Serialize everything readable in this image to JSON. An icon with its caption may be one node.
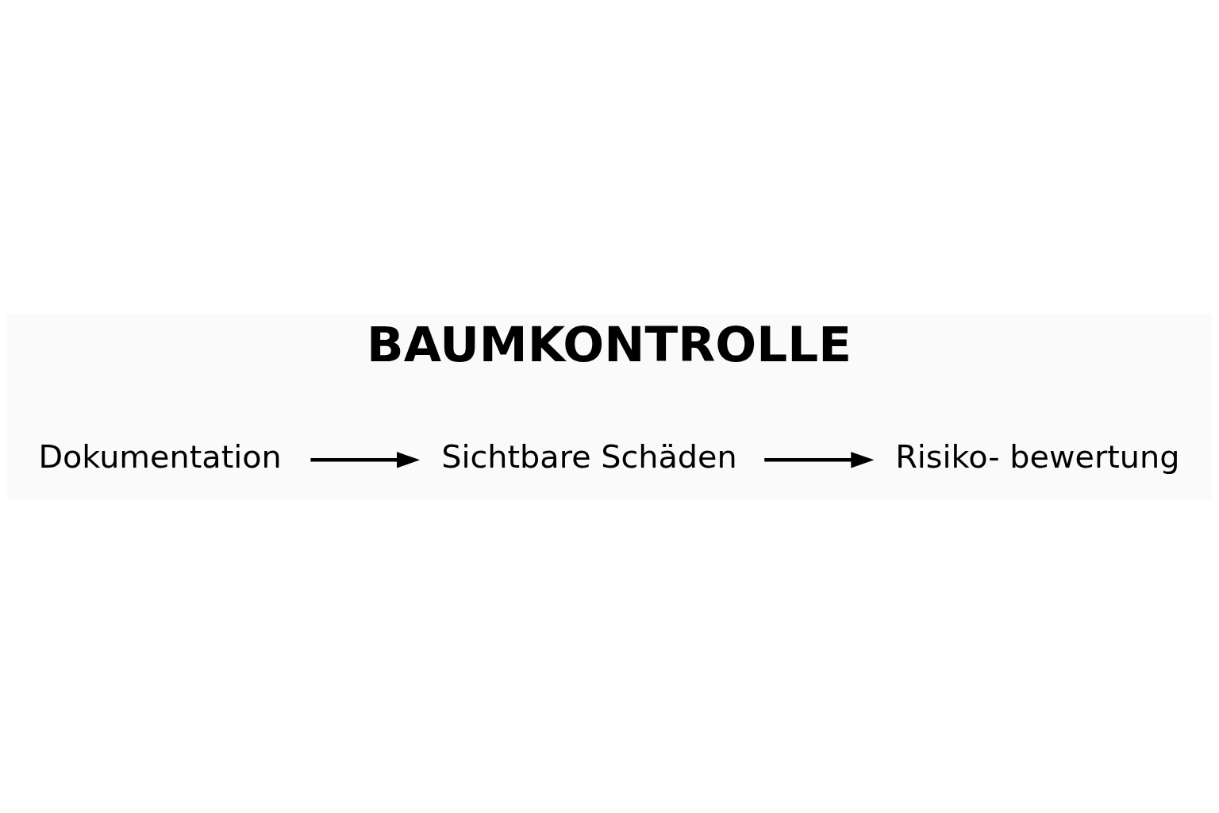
{
  "diagram": {
    "title": "BAUMKONTROLLE",
    "nodes": [
      {
        "text": [
          "Dokumentation"
        ]
      },
      {
        "text": [
          "Sichtbare Schäden"
        ]
      },
      {
        "text": [
          "Risiko- bewertung"
        ]
      }
    ],
    "edges": [
      {
        "from": 0,
        "to": 1,
        "arrow": "to"
      },
      {
        "from": 1,
        "to": 2,
        "arrow": "to"
      }
    ]
  }
}
